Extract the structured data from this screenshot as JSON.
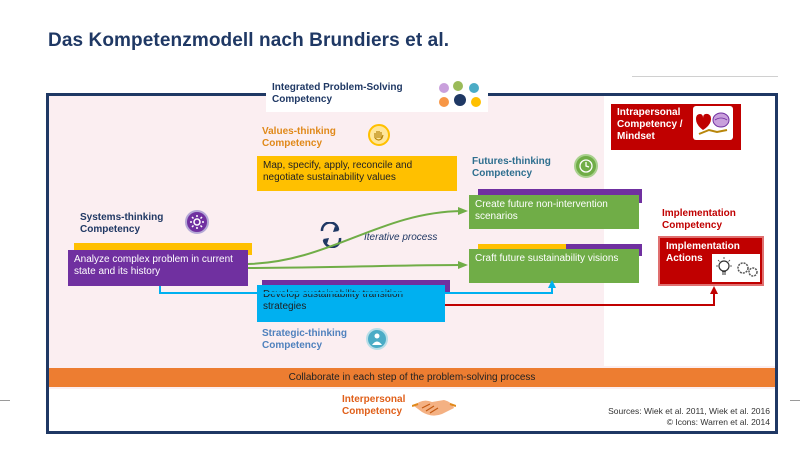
{
  "slide": {
    "title": "Das Kompetenzmodell nach Brundiers et al."
  },
  "competencies": {
    "integrated": "Integrated Problem-Solving\nCompetency",
    "values": "Values-thinking\nCompetency",
    "futures": "Futures-thinking\nCompetency",
    "systems": "Systems-thinking\nCompetency",
    "strategic": "Strategic-thinking\nCompetency",
    "implementation": "Implementation\nCompetency",
    "intrapersonal": "Intrapersonal\nCompetency /\nMindset",
    "interpersonal": "Interpersonal\nCompetency"
  },
  "boxes": {
    "values": "Map, specify, apply, reconcile and negotiate sustainability values",
    "futures_1": "Create future non-intervention scenarios",
    "futures_2": "Craft future sustainability visions",
    "systems": "Analyze complex problem in current state and its history",
    "strategic": "Develop sustainability transition strategies",
    "implementation": "Implementation\nActions"
  },
  "process": {
    "iterative": "Iterative process"
  },
  "collaborate": "Collaborate in each step of the problem-solving process",
  "sources": {
    "line1": "Sources: Wiek et al. 2011, Wiek et al. 2016",
    "line2": "© Icons: Warren et al. 2014"
  },
  "icons": {
    "values": "hand-icon",
    "futures": "clock-icon",
    "systems": "gear-icon",
    "strategic": "person-icon",
    "integrated": "competency-cluster-icon",
    "intrapersonal": "heart-brain-icon",
    "interpersonal": "handshake-icon",
    "implementation": "lightbulb-gears-icon",
    "iterative": "cycle-arrows-icon"
  },
  "colors": {
    "navy": "#1f3864",
    "yellow": "#ffc000",
    "purple": "#7030a0",
    "green": "#70ad47",
    "cyan": "#00b0f0",
    "red": "#c00000",
    "orange": "#ed7d31",
    "pink": "#fbeef1"
  }
}
